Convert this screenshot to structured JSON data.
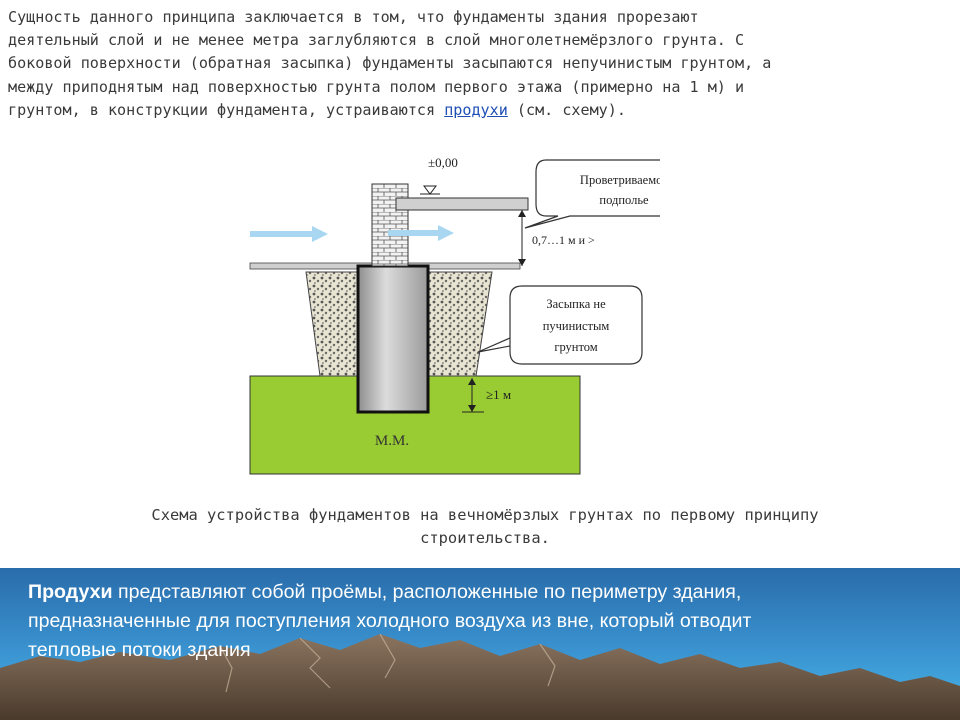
{
  "intro": {
    "lines": [
      "Сущность данного принципа заключается в том, что фундаменты здания прорезают",
      "деятельный слой и не менее метра заглубляются в слой многолетнемёрзлого грунта. С",
      "боковой поверхности (обратная засыпка) фундаменты засыпаются непучинистым грунтом, а",
      "между приподнятым над поверхностью грунта полом первого этажа (примерно на 1 м) и"
    ],
    "last_line_before": "грунтом, в конструкции фундамента, устраиваются ",
    "link_text": "продухи",
    "last_line_after": " (см. схему)."
  },
  "diagram": {
    "level_mark": "±0,00",
    "callout_top": [
      "Проветриваемое",
      "подполье"
    ],
    "height_label": "0,7…1 м и >",
    "callout_mid": [
      "Засыпка не",
      "пучинистым",
      "грунтом"
    ],
    "depth_label": "≥1 м",
    "permafrost_label": "М.М.",
    "colors": {
      "permafrost": "#99cc33",
      "pillar": "#c8c8c8",
      "backfill": "#d9d6c4",
      "arrow": "#a9d6f0"
    }
  },
  "caption": {
    "line1": "Схема устройства фундаментов на вечномёрзлых грунтах по первому принципу",
    "line2": "строительства."
  },
  "panel": {
    "bold_word": "Продухи",
    "rest_line1": " представляют собой проёмы, расположенные по периметру здания,",
    "line2": "предназначенные для поступления холодного воздуха из вне, который отводит",
    "line3": "тепловые потоки здания",
    "colors": {
      "top": "#2a6cab",
      "bottom": "#49b7e8",
      "mountains": "#7a6552"
    }
  }
}
